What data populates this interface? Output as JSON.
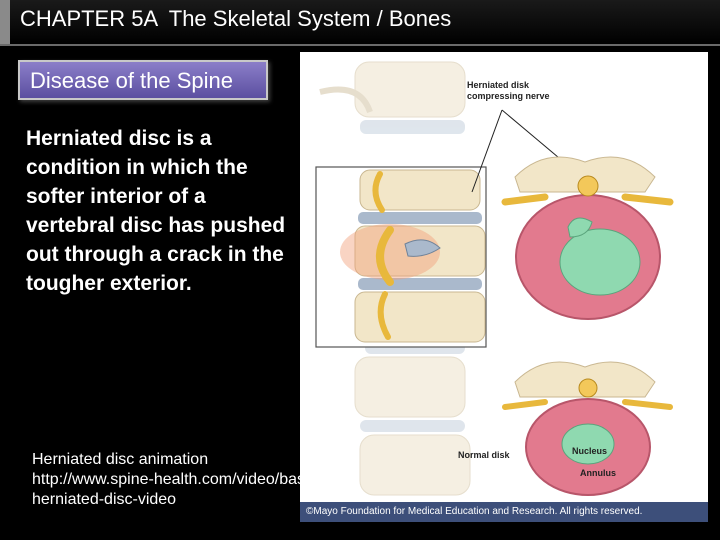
{
  "slide": {
    "title": "CHAPTER 5A  The Skeletal System / Bones",
    "subtitle": "Disease of the Spine",
    "body": "Herniated disc is a condition in which the softer interior of a vertebral disc has pushed out through a crack in the tougher exterior.",
    "link_label": "Herniated disc animation",
    "link_url_line1": "http://www.spine-health.com/video/basic-",
    "link_url_line2": "herniated-disc-video"
  },
  "figure": {
    "label_herniated_line1": "Herniated disk",
    "label_herniated_line2": "compressing nerve",
    "label_normal": "Normal disk",
    "label_nucleus": "Nucleus",
    "label_annulus": "Annulus",
    "copyright": "©Mayo Foundation for Medical Education and Research.  All rights reserved."
  },
  "colors": {
    "background": "#000000",
    "subtitle_box": "#6b5fb5",
    "copyright_bar": "#3d4f7a",
    "disc_annulus": "#e27a8e",
    "disc_nucleus": "#8fd9b0",
    "bone": "#f2e6c8",
    "nerve": "#e8b83c"
  }
}
